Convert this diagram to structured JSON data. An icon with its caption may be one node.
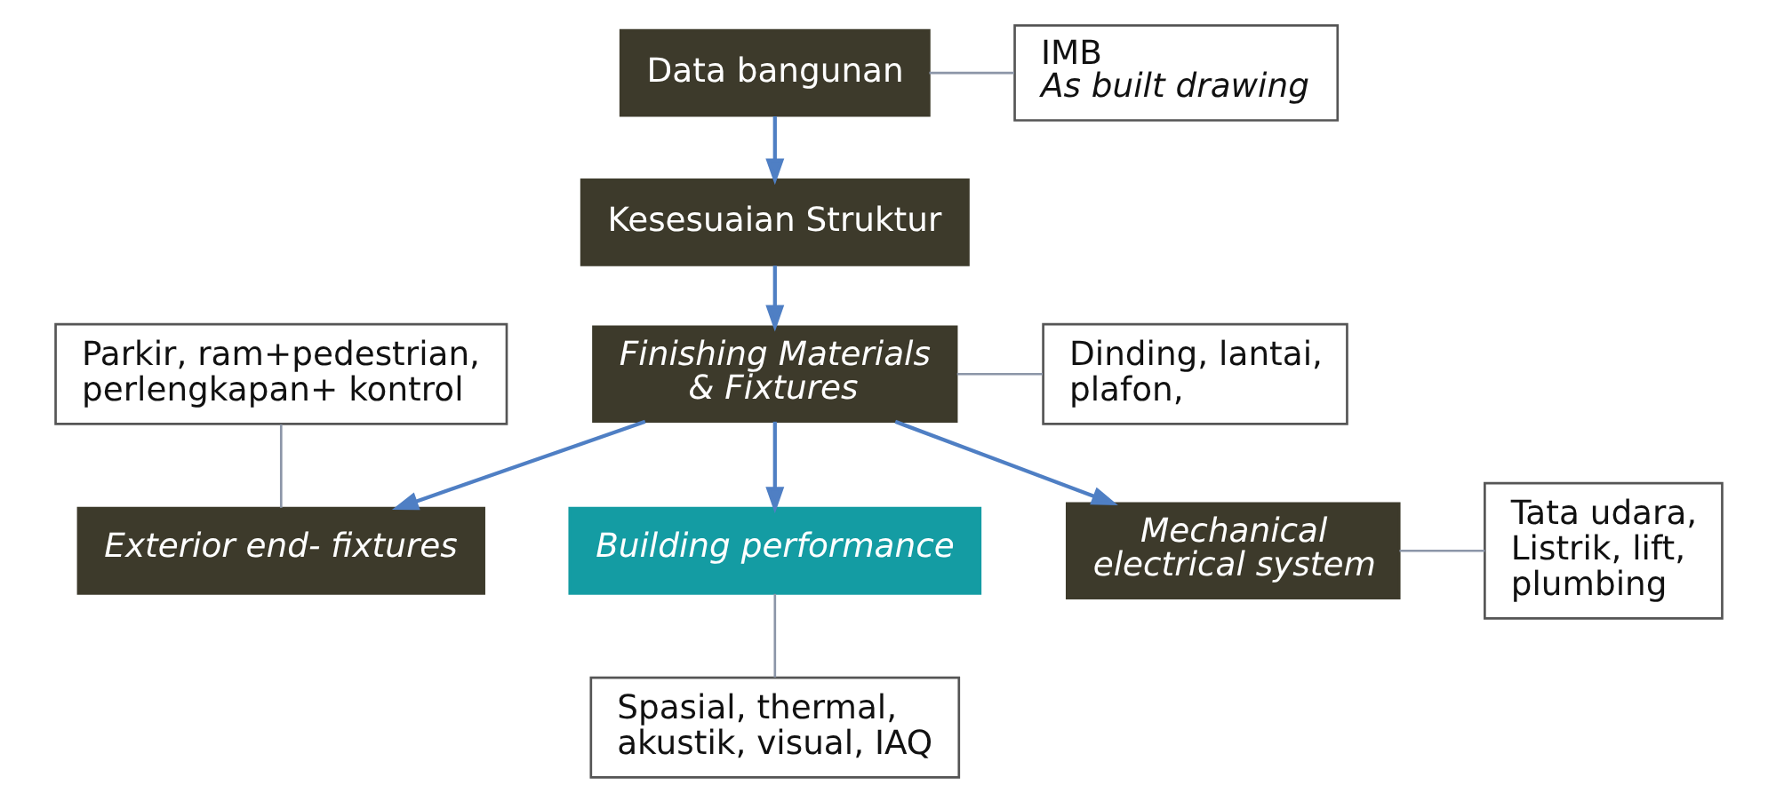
{
  "diagram": {
    "nodes": [
      {
        "text": [
          "Data bangunan"
        ]
      },
      {
        "text": [
          "IMB",
          "As built drawing"
        ]
      },
      {
        "text": [
          "Parkir, ram+pedestrian, perlengkapan+ kontrol"
        ]
      },
      {
        "text": [
          "Kesesuaian Struktur"
        ]
      },
      {
        "text": [
          "Exterior end- fixtures"
        ]
      },
      {
        "text": [
          "Finishing Materials & Fixtures"
        ]
      },
      {
        "text": [
          "Dinding, lantai, plafon,"
        ]
      },
      {
        "text": [
          "Building performance"
        ]
      },
      {
        "text": [
          "Mechanical electrical system"
        ]
      },
      {
        "text": [
          "Spasial, thermal, akustik, visual, IAQ"
        ]
      },
      {
        "text": [
          "Tata udara, Listrik, lift, plumbing"
        ]
      }
    ],
    "edges": [
      {
        "from": 0,
        "to": 1,
        "arrow": "none",
        "color": "#8c96a8"
      },
      {
        "from": 0,
        "to": 3,
        "arrow": "to"
      },
      {
        "from": 3,
        "to": 5,
        "arrow": "to"
      },
      {
        "from": 5,
        "to": 4,
        "arrow": "to"
      },
      {
        "from": 5,
        "to": 7,
        "arrow": "to"
      },
      {
        "from": 2,
        "to": 4,
        "arrow": "none",
        "color": "#8c96a8"
      },
      {
        "from": 5,
        "to": 6,
        "arrow": "none",
        "color": "#8c96a8"
      },
      {
        "from": 5,
        "to": 8,
        "arrow": "to"
      },
      {
        "from": 7,
        "to": 9,
        "arrow": "none",
        "color": "#8c96a8"
      },
      {
        "from": 8,
        "to": 10,
        "arrow": "none",
        "color": "#8c96a8"
      }
    ]
  }
}
